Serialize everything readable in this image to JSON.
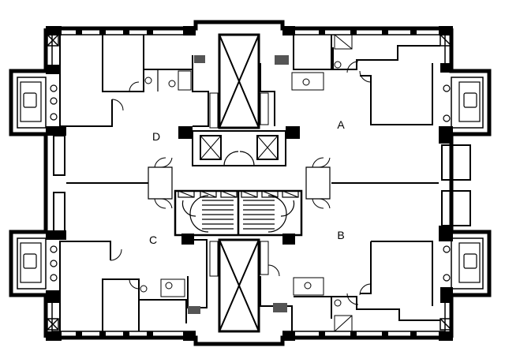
{
  "plan": {
    "units": [
      {
        "id": "A",
        "label": "A"
      },
      {
        "id": "B",
        "label": "B"
      },
      {
        "id": "C",
        "label": "C"
      },
      {
        "id": "D",
        "label": "D"
      }
    ]
  },
  "colors": {
    "wall": "#000000",
    "floor": "#ffffff",
    "fixture": "#555555"
  }
}
